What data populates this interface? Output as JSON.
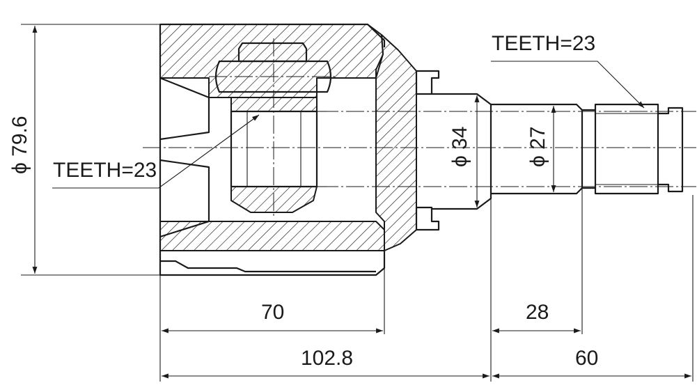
{
  "labels": {
    "teeth_shaft": "TEETH=23",
    "teeth_inner": "TEETH=23",
    "dia_outer": "ϕ 79.6",
    "dia_34": "ϕ 34",
    "dia_27": "ϕ 27",
    "len_70": "70",
    "len_102_8": "102.8",
    "len_28": "28",
    "len_60": "60"
  }
}
